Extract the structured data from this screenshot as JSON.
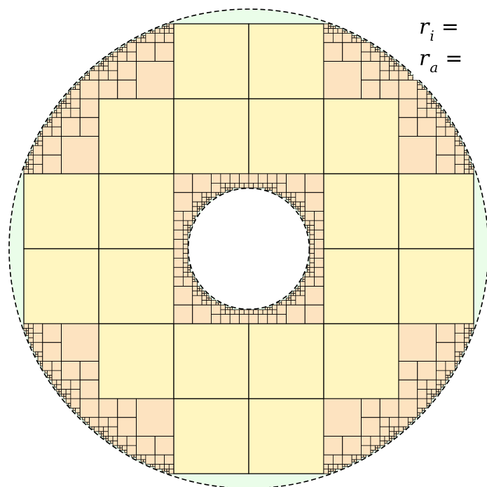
{
  "labels": {
    "inner": {
      "symbol": "r",
      "sub": "i",
      "eq": "="
    },
    "outer": {
      "symbol": "r",
      "sub": "a",
      "eq": "="
    }
  },
  "colors": {
    "large_square": "#fff6c0",
    "small_square": "#fde3c0",
    "annulus_fill": "#eafde9",
    "hole": "#ffffff",
    "stroke": "#000000"
  },
  "diagram": {
    "description_free": true,
    "inner_radius_ratio": 0.2525,
    "grid_levels": 5
  }
}
